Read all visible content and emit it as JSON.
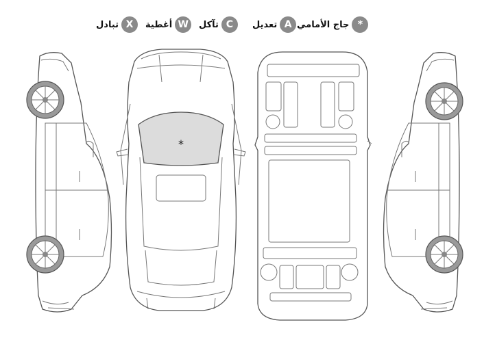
{
  "legend": {
    "items": [
      {
        "code": "*",
        "label": "جاج الأمامي"
      },
      {
        "code": "A",
        "label": "تعديل"
      },
      {
        "code": "C",
        "label": "تآكل"
      },
      {
        "code": "W",
        "label": "أغطية"
      },
      {
        "code": "X",
        "label": "تبادل"
      }
    ]
  },
  "windshield_marker": "*",
  "views": [
    "side-left",
    "top",
    "underside",
    "side-right"
  ]
}
